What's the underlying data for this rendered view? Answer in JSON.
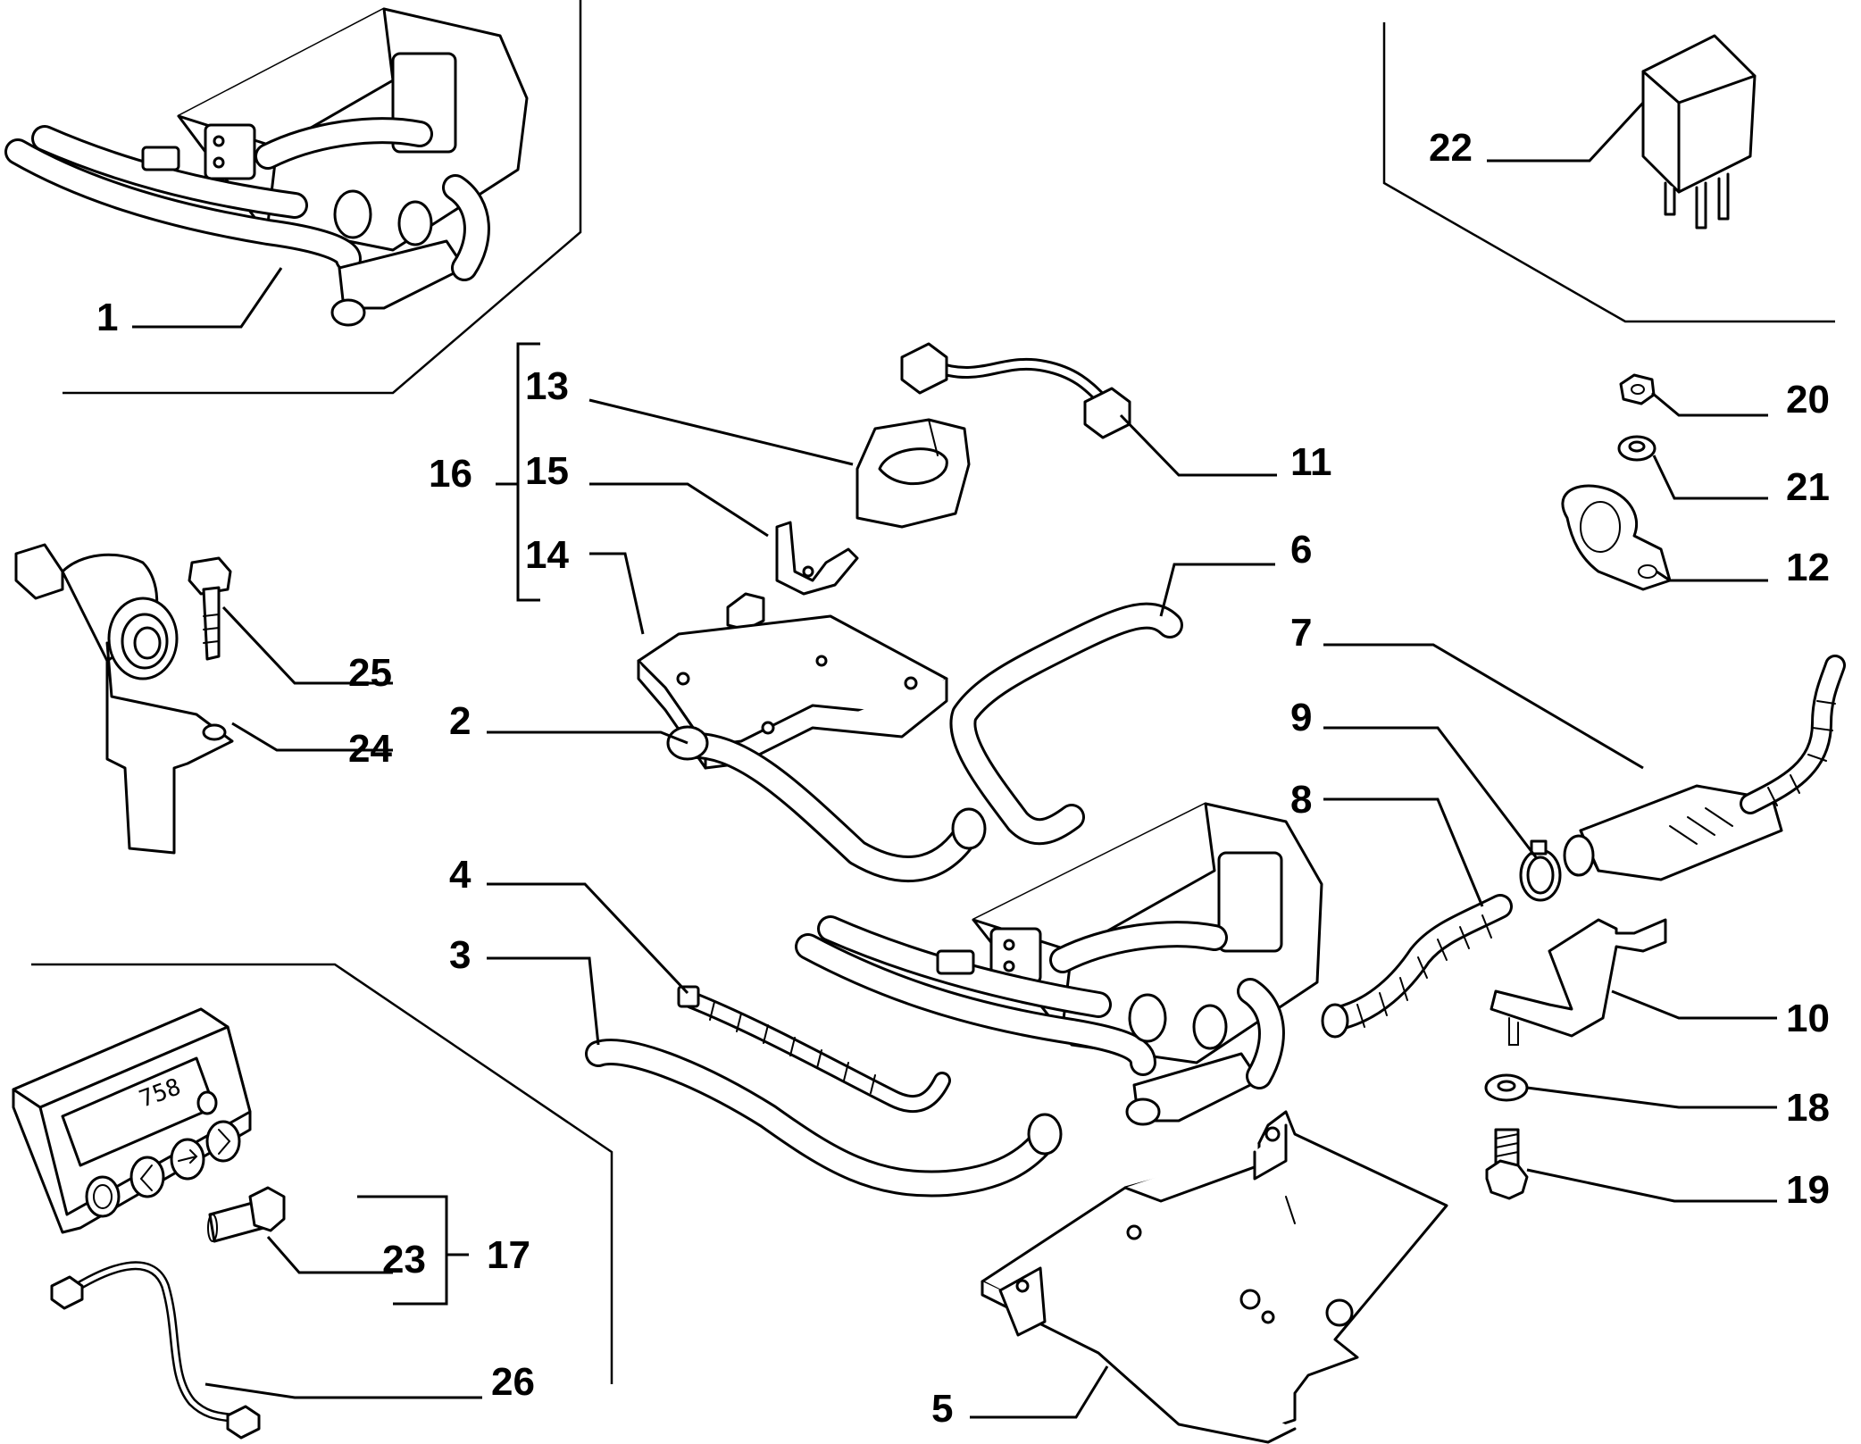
{
  "callouts": {
    "c1": "1",
    "c2": "2",
    "c3": "3",
    "c4": "4",
    "c5": "5",
    "c6": "6",
    "c7": "7",
    "c8": "8",
    "c9": "9",
    "c10": "10",
    "c11": "11",
    "c12": "12",
    "c13": "13",
    "c14": "14",
    "c15": "15",
    "c16": "16",
    "c17": "17",
    "c18": "18",
    "c19": "19",
    "c20": "20",
    "c21": "21",
    "c22": "22",
    "c23": "23",
    "c24": "24",
    "c25": "25",
    "c26": "26"
  },
  "display": {
    "readout": "758"
  }
}
